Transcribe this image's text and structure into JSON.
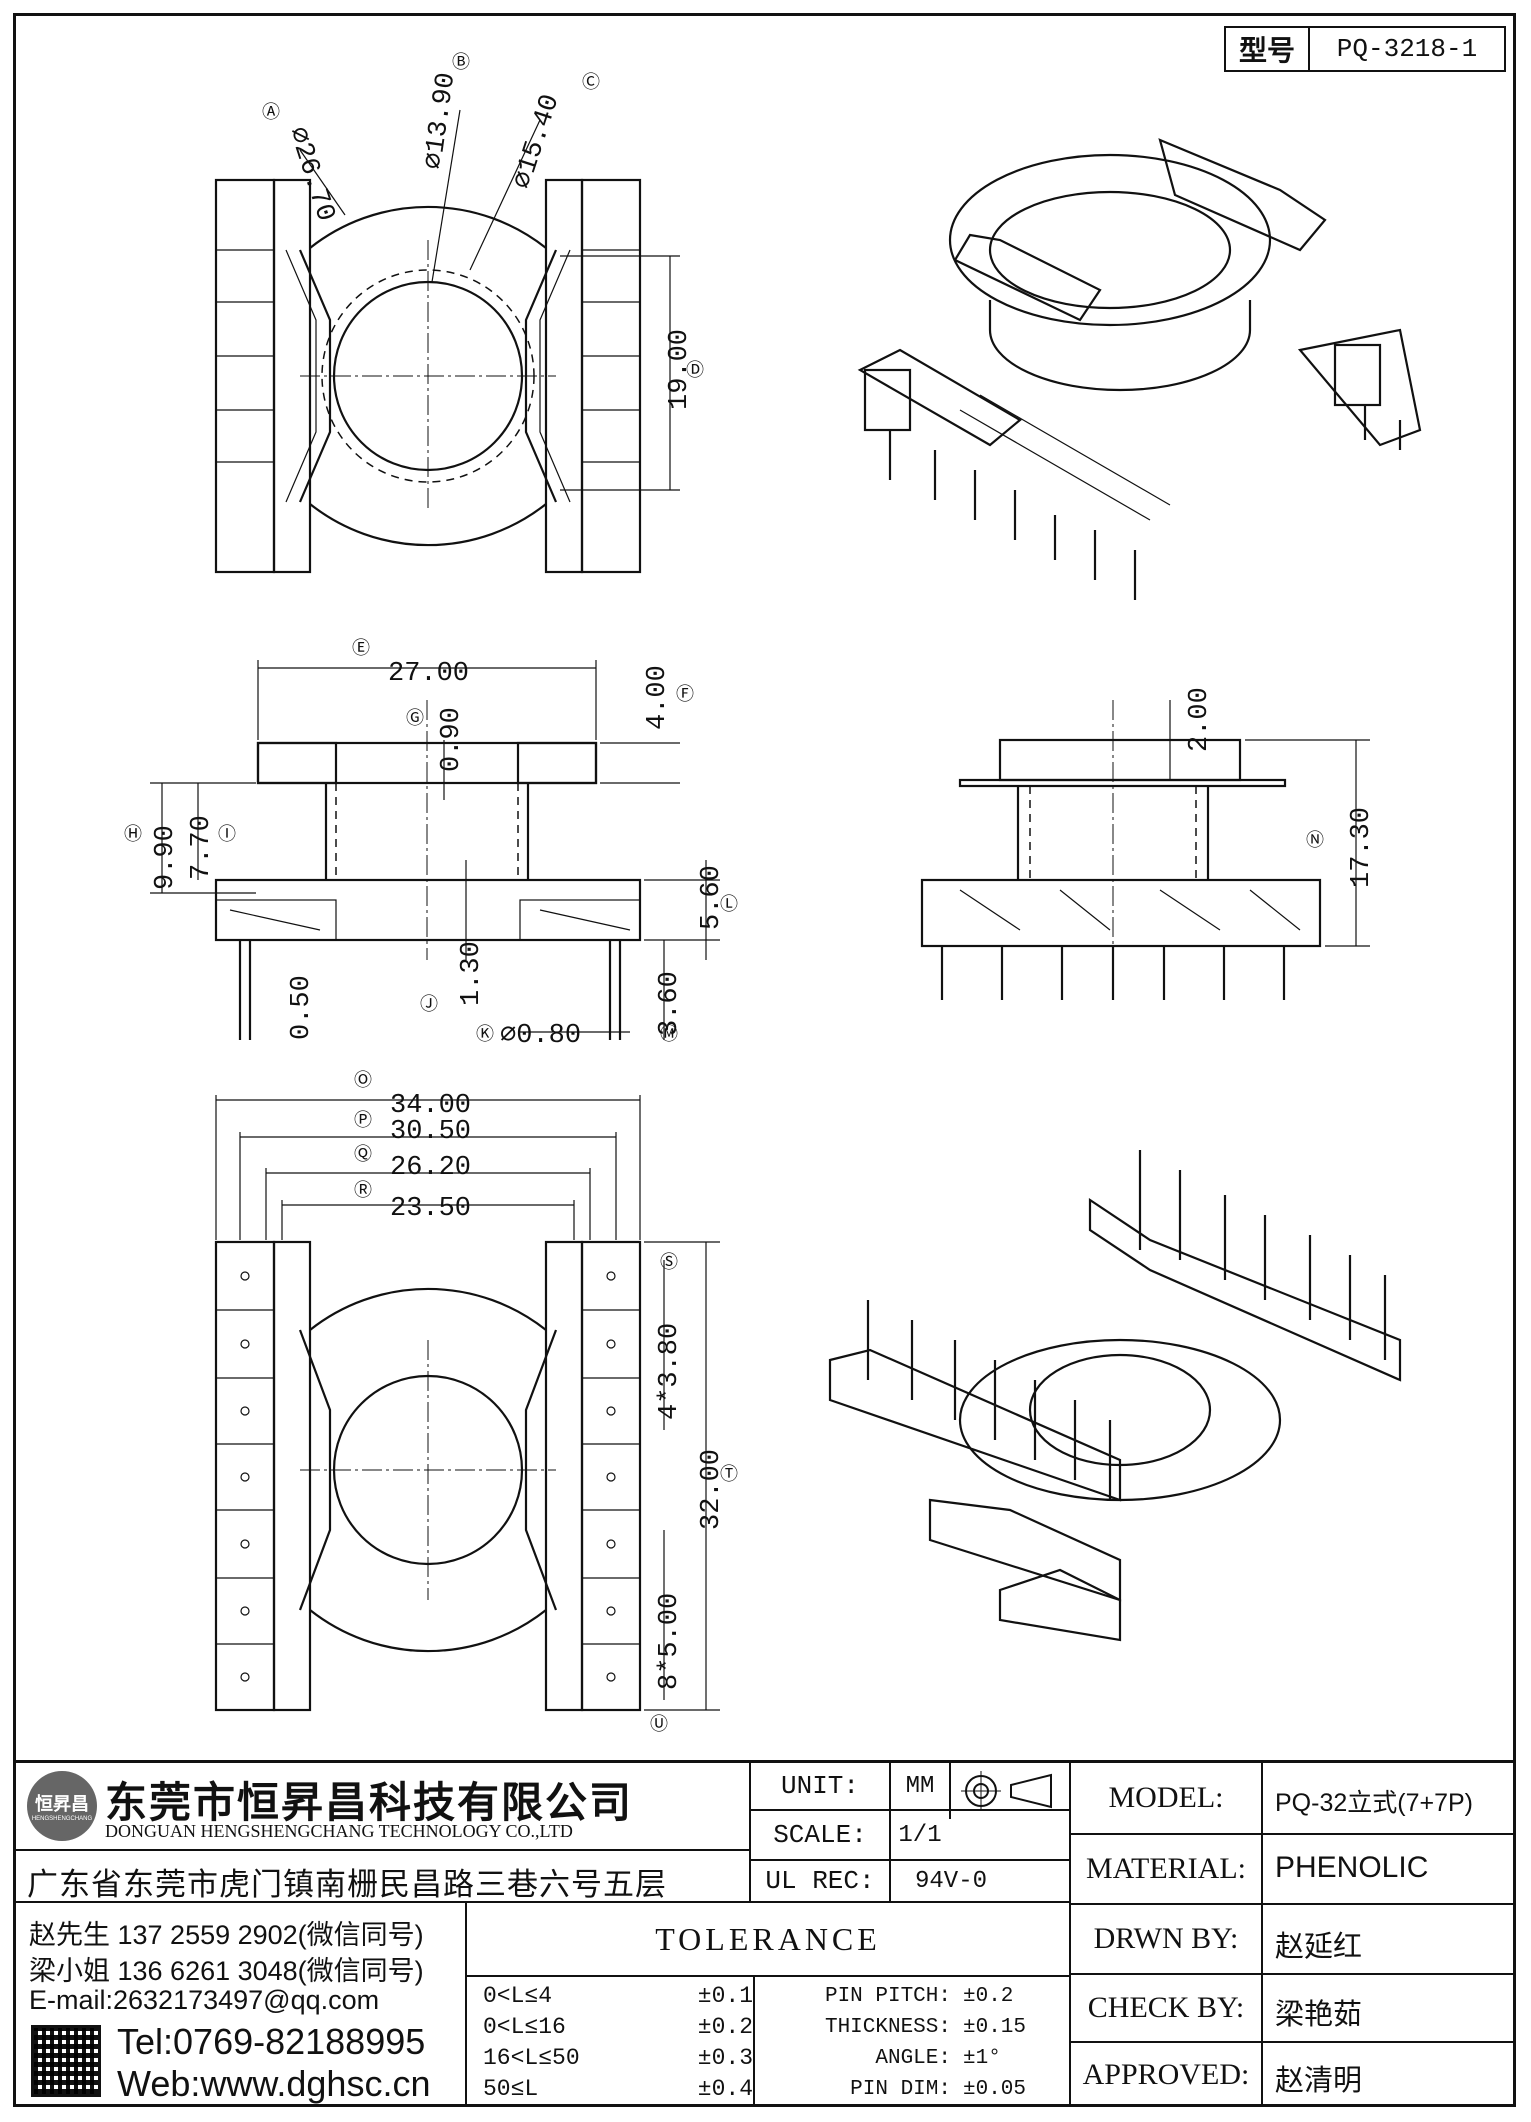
{
  "header": {
    "type_label": "型号",
    "type_value": "PQ-3218-1"
  },
  "drawing": {
    "top_view": {
      "labels": {
        "A": "Ⓐ",
        "B": "Ⓑ",
        "C": "Ⓒ",
        "D": "Ⓓ"
      },
      "dims": {
        "A": "⌀26.70",
        "B": "⌀13.90",
        "C": "⌀15.40",
        "D": "19.00"
      }
    },
    "front_view": {
      "labels": {
        "E": "Ⓔ",
        "F": "Ⓕ",
        "G": "Ⓖ",
        "H": "Ⓗ",
        "I": "Ⓘ",
        "J": "Ⓙ",
        "K": "Ⓚ",
        "L": "Ⓛ",
        "M": "Ⓜ"
      },
      "dims": {
        "E": "27.00",
        "F": "4.00",
        "G": "0.90",
        "H": "9.90",
        "I": "7.70",
        "J": "1.30",
        "K": "⌀0.80",
        "L": "5.60",
        "M": "3.60",
        "pin": "0.50"
      }
    },
    "side_view": {
      "labels": {
        "N": "Ⓝ"
      },
      "dims": {
        "top": "2.00",
        "N": "17.30"
      }
    },
    "bottom_view": {
      "labels": {
        "O": "Ⓞ",
        "P": "Ⓟ",
        "Q": "Ⓠ",
        "R": "Ⓡ",
        "S": "Ⓢ",
        "T": "Ⓣ",
        "U": "Ⓤ"
      },
      "dims": {
        "O": "34.00",
        "P": "30.50",
        "Q": "26.20",
        "R": "23.50",
        "S": "4*3.80",
        "T": "32.00",
        "U": "8*5.00"
      }
    }
  },
  "company": {
    "name_cn": "东莞市恒昇昌科技有限公司",
    "name_en": "DONGUAN HENGSHENGCHANG TECHNOLOGY CO.,LTD",
    "logo_text": "恒昇昌",
    "logo_sub": "HENGSHENGCHANG",
    "address": "广东省东莞市虎门镇南栅民昌路三巷六号五层"
  },
  "contacts": [
    "赵先生 137 2559 2902(微信同号)",
    "梁小姐 136 6261 3048(微信同号)",
    "E-mail:2632173497@qq.com"
  ],
  "tel": "Tel:0769-82188995",
  "web": "Web:www.dghsc.cn",
  "unit": {
    "label": "UNIT:",
    "value": "MM"
  },
  "scale": {
    "label": "SCALE:",
    "value": "1/1"
  },
  "ul_rec": {
    "label": "UL REC:",
    "value": "94V-0"
  },
  "tolerance": {
    "title": "TOLERANCE",
    "ranges": [
      {
        "range": "0<L≤4",
        "tol": "±0.1"
      },
      {
        "range": "0<L≤16",
        "tol": "±0.2"
      },
      {
        "range": "16<L≤50",
        "tol": "±0.3"
      },
      {
        "range": "50≤L",
        "tol": "±0.4"
      }
    ],
    "others": [
      {
        "name": "PIN PITCH:",
        "tol": "±0.2"
      },
      {
        "name": "THICKNESS:",
        "tol": "±0.15"
      },
      {
        "name": "ANGLE:",
        "tol": "±1°"
      },
      {
        "name": "PIN DIM:",
        "tol": "±0.05"
      }
    ]
  },
  "info": [
    {
      "label": "MODEL:",
      "value": "PQ-32立式(7+7P)"
    },
    {
      "label": "MATERIAL:",
      "value": "PHENOLIC"
    },
    {
      "label": "DRWN BY:",
      "value": "赵延红"
    },
    {
      "label": "CHECK BY:",
      "value": "梁艳茹"
    },
    {
      "label": "APPROVED:",
      "value": "赵清明"
    }
  ]
}
